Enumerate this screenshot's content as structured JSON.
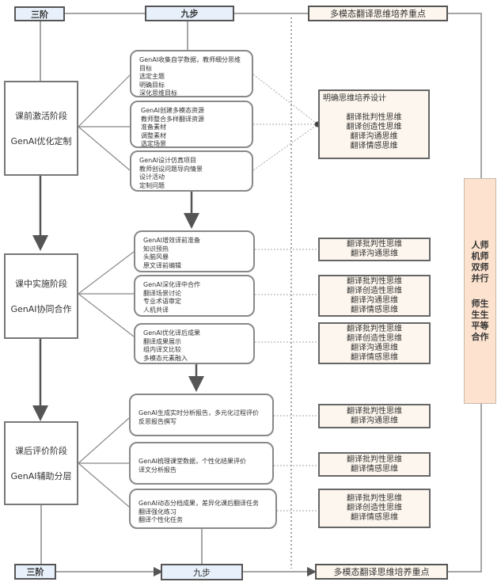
{
  "header": {
    "stages_label": "三阶",
    "steps_label": "九步",
    "focus_label": "多模态翻译思维培养重点"
  },
  "footer": {
    "stages_label": "三阶",
    "steps_label": "九步",
    "focus_label": "多模态翻译思维培养重点"
  },
  "stages": [
    {
      "name": "课前激活阶段",
      "sub": "GenAI优化定制"
    },
    {
      "name": "课中实施阶段",
      "sub": "GenAI协同合作"
    },
    {
      "name": "课后评价阶段",
      "sub": "GenAI辅助分层"
    }
  ],
  "steps": [
    {
      "lines": [
        "GenAI收集自学数据，教师细分思维",
        "目标",
        "选定主题",
        "明确目标",
        "深化思维目标"
      ]
    },
    {
      "lines": [
        "GenAI创建多模态资源",
        "教师整合多样翻译资源",
        "准备素材",
        "调整素材",
        "选定场景"
      ]
    },
    {
      "lines": [
        "GenAI设计仿真项目",
        "教师创设问题导向情景",
        "设计活动",
        "定制问题"
      ]
    },
    {
      "lines": [
        "GenAI增效译前准备",
        "知识预热",
        "头脑风暴",
        "原文译前编辑"
      ]
    },
    {
      "lines": [
        "GenAI深化译中合作",
        "翻译场景讨论",
        "专业术语审定",
        "人机共译"
      ]
    },
    {
      "lines": [
        "GenAI优化译后成果",
        "翻译成果展示",
        "组内译文比较",
        "多模态元素融入"
      ]
    },
    {
      "lines": [
        "GenAI生成实时分析报告，多元化过程评价",
        "反思报告撰写"
      ]
    },
    {
      "lines": [
        "GenAI梳理课堂数据，个性化结果评价",
        "译文分析报告"
      ]
    },
    {
      "lines": [
        "GenAI动态分档成果，差异化课后翻译任务",
        "翻译强化练习",
        "翻译个性化任务"
      ]
    }
  ],
  "focus_boxes": [
    {
      "title": "明确思维培养设计",
      "lines": [
        "翻译批判性思维",
        "翻译创造性思维",
        "翻译沟通思维",
        "翻译情感思维"
      ]
    },
    {
      "lines": [
        "翻译批判性思维",
        "翻译沟通思维"
      ]
    },
    {
      "lines": [
        "翻译批判性思维",
        "翻译创造性思维",
        "翻译沟通思维",
        "翻译情感思维"
      ]
    },
    {
      "lines": [
        "翻译批判性思维",
        "翻译创造性思维",
        "翻译沟通思维",
        "翻译情感思维"
      ]
    },
    {
      "lines": [
        "翻译批判性思维",
        "翻译沟通思维"
      ]
    },
    {
      "lines": [
        "翻译批判性思维",
        "翻译情感思维"
      ]
    },
    {
      "lines": [
        "翻译批判性思维",
        "翻译创造性思维",
        "翻译情感思维"
      ]
    }
  ],
  "side_panel": {
    "block1": [
      "人师",
      "机师",
      "双师",
      "并行"
    ],
    "block2": [
      "师生",
      "生生",
      "平等",
      "合作"
    ]
  }
}
